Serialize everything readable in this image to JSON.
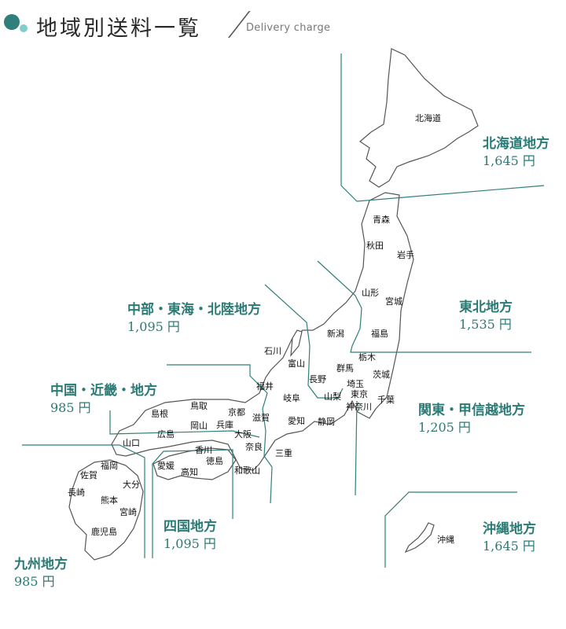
{
  "header": {
    "title": "地域別送料一覧",
    "subtitle": "Delivery charge"
  },
  "colors": {
    "accent": "#2f7f7a",
    "accent_light": "#7fcfc8",
    "text": "#2a7a75"
  },
  "regions": [
    {
      "name": "北海道地方",
      "price": "1,645 円"
    },
    {
      "name": "東北地方",
      "price": "1,535 円"
    },
    {
      "name": "関東・甲信越地方",
      "price": "1,205 円"
    },
    {
      "name": "中部・東海・北陸地方",
      "price": "1,095 円"
    },
    {
      "name": "中国・近畿・地方",
      "price": "985 円"
    },
    {
      "name": "四国地方",
      "price": "1,095 円"
    },
    {
      "name": "九州地方",
      "price": "985 円"
    },
    {
      "name": "沖縄地方",
      "price": "1,645 円"
    }
  ],
  "prefectures": [
    "北海道",
    "青森",
    "秋田",
    "岩手",
    "山形",
    "宮城",
    "新潟",
    "福島",
    "石川",
    "富山",
    "栃木",
    "群馬",
    "茨城",
    "長野",
    "埼玉",
    "福井",
    "岐阜",
    "山梨",
    "東京",
    "千葉",
    "神奈川",
    "鳥取",
    "京都",
    "島根",
    "岡山",
    "兵庫",
    "滋賀",
    "愛知",
    "静岡",
    "広島",
    "大阪",
    "山口",
    "香川",
    "奈良",
    "三重",
    "徳島",
    "福岡",
    "愛媛",
    "高知",
    "和歌山",
    "佐賀",
    "大分",
    "長崎",
    "熊本",
    "宮崎",
    "鹿児島",
    "沖縄"
  ]
}
